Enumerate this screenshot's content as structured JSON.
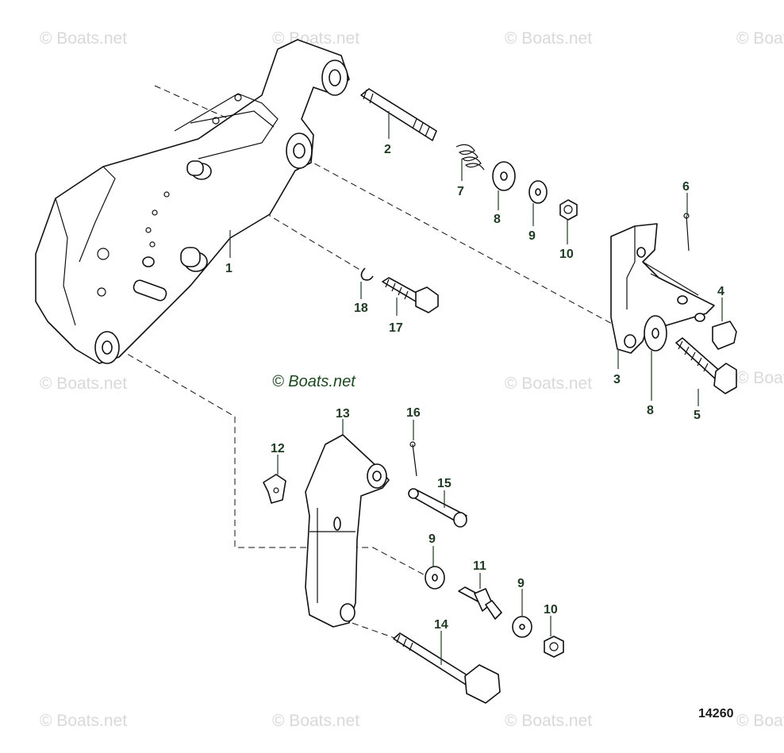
{
  "diagram": {
    "drawing_number": "14260",
    "brand_mark": "© Boats.net",
    "watermark_text": "© Boats.net",
    "callout_color": "#1e3a22",
    "callouts": [
      {
        "id": "c1",
        "label": "1"
      },
      {
        "id": "c2",
        "label": "2"
      },
      {
        "id": "c3",
        "label": "3"
      },
      {
        "id": "c4",
        "label": "4"
      },
      {
        "id": "c5",
        "label": "5"
      },
      {
        "id": "c6",
        "label": "6"
      },
      {
        "id": "c7",
        "label": "7"
      },
      {
        "id": "c8a",
        "label": "8"
      },
      {
        "id": "c8b",
        "label": "8"
      },
      {
        "id": "c9a",
        "label": "9"
      },
      {
        "id": "c9b",
        "label": "9"
      },
      {
        "id": "c9c",
        "label": "9"
      },
      {
        "id": "c10a",
        "label": "10"
      },
      {
        "id": "c10b",
        "label": "10"
      },
      {
        "id": "c11",
        "label": "11"
      },
      {
        "id": "c12",
        "label": "12"
      },
      {
        "id": "c13",
        "label": "13"
      },
      {
        "id": "c14",
        "label": "14"
      },
      {
        "id": "c15",
        "label": "15"
      },
      {
        "id": "c16",
        "label": "16"
      },
      {
        "id": "c17",
        "label": "17"
      },
      {
        "id": "c18",
        "label": "18"
      }
    ]
  }
}
